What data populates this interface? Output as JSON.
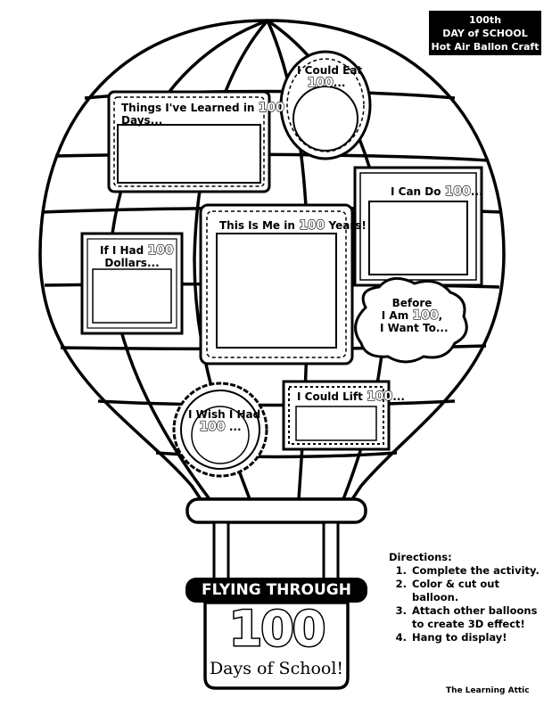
{
  "header": {
    "line1": "100th",
    "line2": "DAY of SCHOOL",
    "line3": "Hot Air Ballon Craft"
  },
  "prompts": {
    "learned_a": "Things I've Learned in",
    "learned_num": "100",
    "learned_b": "Days...",
    "eat_a": "I Could Eat",
    "eat_num": "100",
    "eat_b": "...",
    "can_do_a": "I Can Do",
    "can_do_num": "100",
    "can_do_b": "...",
    "me_a": "This Is Me in",
    "me_num": "100",
    "me_b": "Years!",
    "dollars_a": "If I Had",
    "dollars_num": "100",
    "dollars_b": "Dollars...",
    "before_a": "Before",
    "before_b": "I Am",
    "before_num": "100",
    "before_c": ",",
    "before_d": "I Want To...",
    "lift_a": "I Could Lift",
    "lift_num": "100",
    "lift_b": "...",
    "wish_a": "I Wish I Had",
    "wish_num": "100",
    "wish_b": "..."
  },
  "directions": {
    "title": "Directions:",
    "steps": [
      "Complete the activity.",
      "Color & cut out balloon.",
      "Attach other balloons to create 3D effect!",
      "Hang to display!"
    ]
  },
  "basket": {
    "banner": "FLYING THROUGH",
    "number": "100",
    "caption": "Days of School!"
  },
  "credit": "The Learning Attic"
}
